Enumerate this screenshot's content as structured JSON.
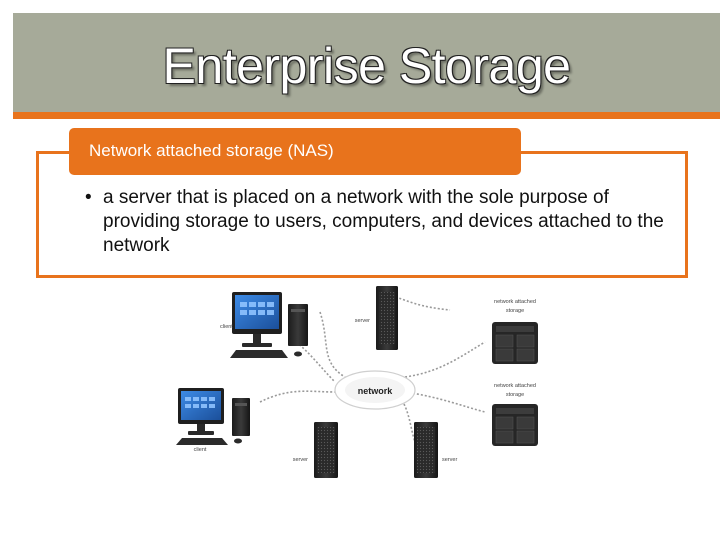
{
  "slide": {
    "title": "Enterprise Storage",
    "section_heading": "Network attached storage (NAS)",
    "bullet_marker": "•",
    "bullet_text": "a server that is placed on a network with the sole purpose of providing storage to users, computers, and devices attached to the network"
  },
  "diagram": {
    "network_label": "network",
    "client_top_label": "client",
    "client_bottom_label": "client",
    "server_top_label": "server",
    "server_bottom_left_label": "server",
    "server_bottom_right_label": "server",
    "nas_top_label_line1": "network attached",
    "nas_top_label_line2": "storage",
    "nas_bottom_label_line1": "network attached",
    "nas_bottom_label_line2": "storage"
  },
  "colors": {
    "title_band": "#a6aa99",
    "accent_orange": "#e8731c",
    "screen_blue": "#2a6fc9"
  }
}
